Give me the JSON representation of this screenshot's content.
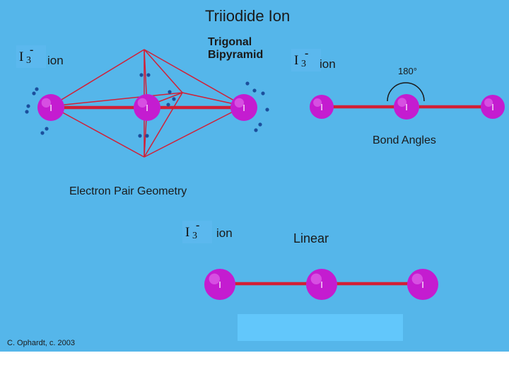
{
  "colors": {
    "background": "#55b6ea",
    "bond": "#d21f36",
    "atom": "#c41cd0",
    "lone_pair": "#1b4f9c",
    "text": "#1a1a1a"
  },
  "title": "Triiodide Ion",
  "trigonal_bipyramid_line1": "Trigonal",
  "trigonal_bipyramid_line2": "Bipyramid",
  "ion_word": "ion",
  "formula": {
    "symbol": "I",
    "subscript": "3",
    "charge": "-"
  },
  "atom_letter": "I",
  "angle_label": "180°",
  "bond_angles": "Bond Angles",
  "electron_pair_geometry": "Electron Pair Geometry",
  "linear": "Linear",
  "credit": "C. Ophardt, c. 2003"
}
